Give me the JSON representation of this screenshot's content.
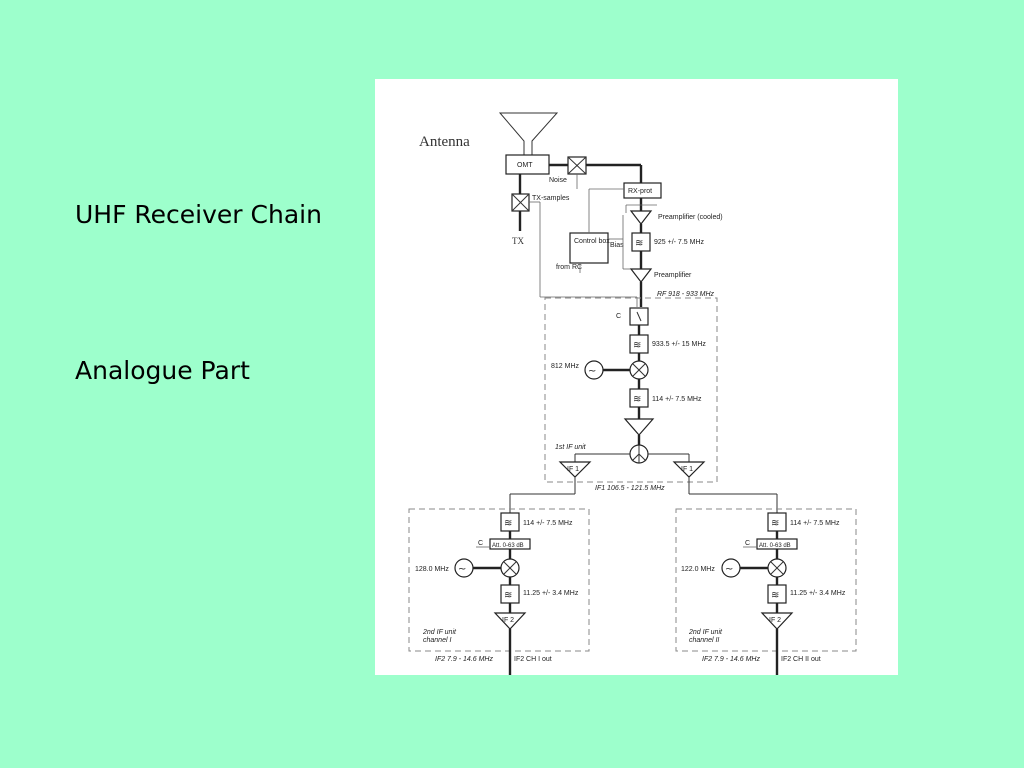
{
  "slide": {
    "title": "UHF Receiver Chain",
    "subtitle": "Analogue Part"
  },
  "diagram": {
    "antenna": "Antenna",
    "omt": "OMT",
    "noise": "Noise",
    "tx_samples": "TX-samples",
    "tx": "TX",
    "rx_prot": "RX-prot",
    "preamp_cooled": "Preamplifier (cooled)",
    "control_box": "Control box",
    "bias": "Bias",
    "from_rc": "from RC",
    "filter_925": "925 +/- 7.5 MHz",
    "preamp": "Preamplifier",
    "rf_band": "RF 918 - 933 MHz",
    "c_label": "C",
    "filter_933": "933.5 +/- 15 MHz",
    "lo_812": "812 MHz",
    "filter_114": "114 +/- 7.5 MHz",
    "first_if_unit": "1st IF unit",
    "if1": "IF 1",
    "if1_band": "IF1 106.5 - 121.5 MHz",
    "att": "Att. 0-63 dB",
    "lo_128": "128.0 MHz",
    "lo_122": "122.0 MHz",
    "filter_11": "11.25 +/- 3.4 MHz",
    "if2": "IF 2",
    "second_if_unit": "2nd IF unit",
    "channel_i": "channel I",
    "channel_ii": "channel II",
    "if2_band": "IF2   7.9 - 14.6 MHz",
    "out_i": "IF2  CH I out",
    "out_ii": "IF2  CH II out",
    "glyph_filter": "≋",
    "glyph_lo": "~",
    "glyph_mixer": "×"
  }
}
